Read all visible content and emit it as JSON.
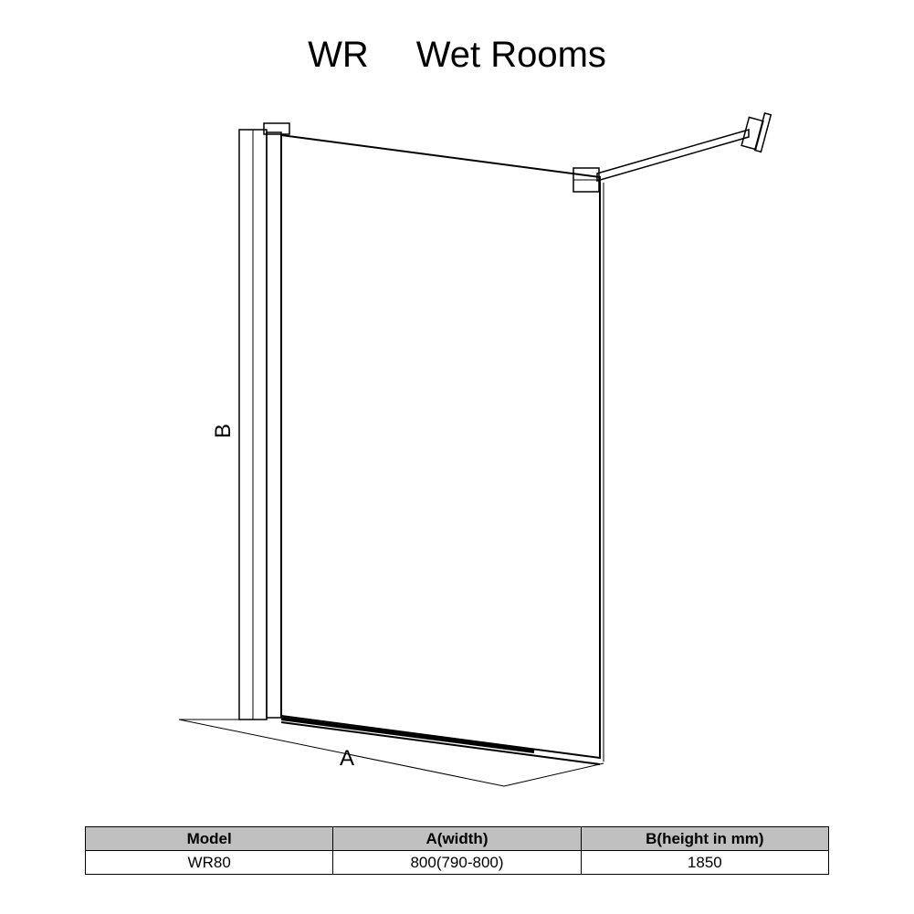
{
  "title": {
    "code": "WR",
    "name": "Wet Rooms"
  },
  "diagram": {
    "height_label": "B",
    "width_label": "A"
  },
  "table": {
    "headers": [
      "Model",
      "A(width)",
      "B(height in mm)"
    ],
    "rows": [
      [
        "WR80",
        "800(790-800)",
        "1850"
      ]
    ]
  },
  "colors": {
    "line": "#000000",
    "table_header_bg": "#c0c0c0",
    "background": "#ffffff"
  }
}
